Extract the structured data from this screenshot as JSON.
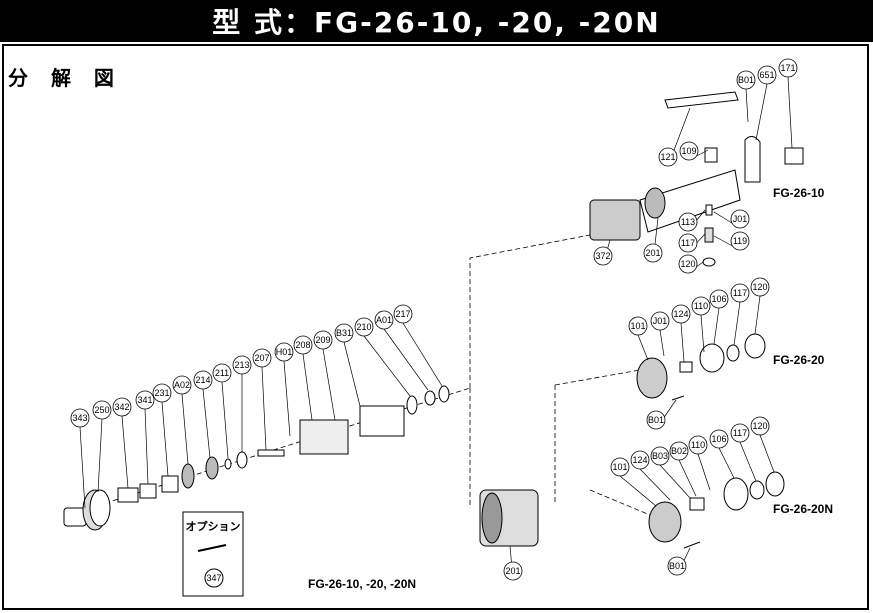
{
  "header": {
    "title": "型 式：FG-26-10, -20, -20N"
  },
  "section": {
    "title": "分 解 図"
  },
  "models": {
    "fg_26_10": "FG-26-10",
    "fg_26_20": "FG-26-20",
    "fg_26_20n": "FG-26-20N",
    "common": "FG-26-10, -20, -20N"
  },
  "option": {
    "title": "オプション",
    "part": "347"
  },
  "parts": {
    "p343": "343",
    "p250": "250",
    "p342": "342",
    "p341": "341",
    "p231": "231",
    "pA02": "A02",
    "p214": "214",
    "p211": "211",
    "p213": "213",
    "p207": "207",
    "pH01": "H01",
    "p208": "208",
    "p209": "209",
    "pB31": "B31",
    "p210": "210",
    "pA01": "A01",
    "p217": "217",
    "pB01a": "B01",
    "p651": "651",
    "p171": "171",
    "p121": "121",
    "p109": "109",
    "p113": "113",
    "pJ01a": "J01",
    "p117a": "117",
    "p119": "119",
    "p120a": "120",
    "p372": "372",
    "p201a": "201",
    "p101a": "101",
    "pJ01b": "J01",
    "p124a": "124",
    "p110a": "110",
    "p106a": "106",
    "p117b": "117",
    "p120b": "120",
    "pB01b": "B01",
    "p101b": "101",
    "p124b": "124",
    "pB03": "B03",
    "pB02": "B02",
    "p110b": "110",
    "p106b": "106",
    "p117c": "117",
    "p120c": "120",
    "pB01c": "B01",
    "p201b": "201"
  }
}
